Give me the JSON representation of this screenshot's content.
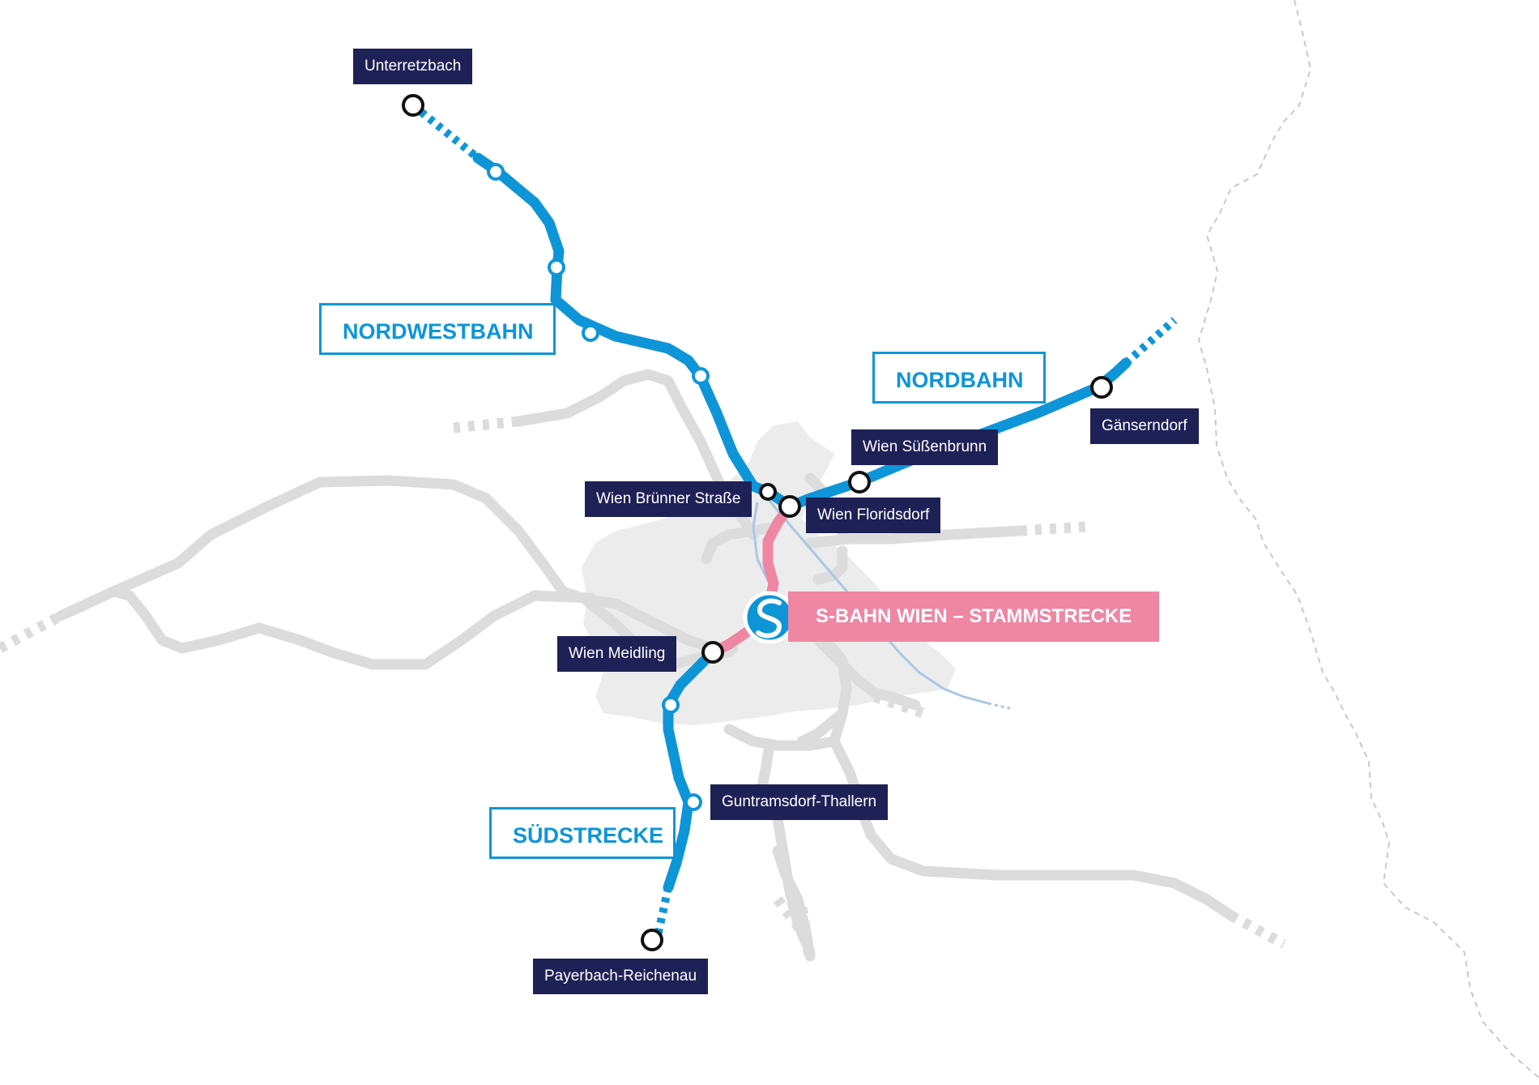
{
  "lines": {
    "nordwestbahn": "NORDWESTBAHN",
    "nordbahn": "NORDBAHN",
    "suedstrecke": "SÜDSTRECKE",
    "stammstrecke": "S-BAHN WIEN – STAMMSTRECKE"
  },
  "stations": {
    "unterretzbach": "Unterretzbach",
    "gaenserndorf": "Gänserndorf",
    "wien_suessenbrunn": "Wien Süßenbrunn",
    "wien_bruenner_strasse": "Wien Brünner Straße",
    "wien_floridsdorf": "Wien Floridsdorf",
    "wien_meidling": "Wien Meidling",
    "guntramsdorf_thallern": "Guntramsdorf-Thallern",
    "payerbach_reichenau": "Payerbach-Reichenau"
  },
  "colors": {
    "line_blue": "#0e95d8",
    "stammstrecke_pink": "#ee86a4",
    "label_navy": "#1e2156",
    "other_rail_grey": "#dcdcdc",
    "city_area": "#ececec",
    "border_dashed": "#c8c8c8"
  },
  "icons": {
    "s_bahn_logo": "s-bahn-logo-icon"
  }
}
